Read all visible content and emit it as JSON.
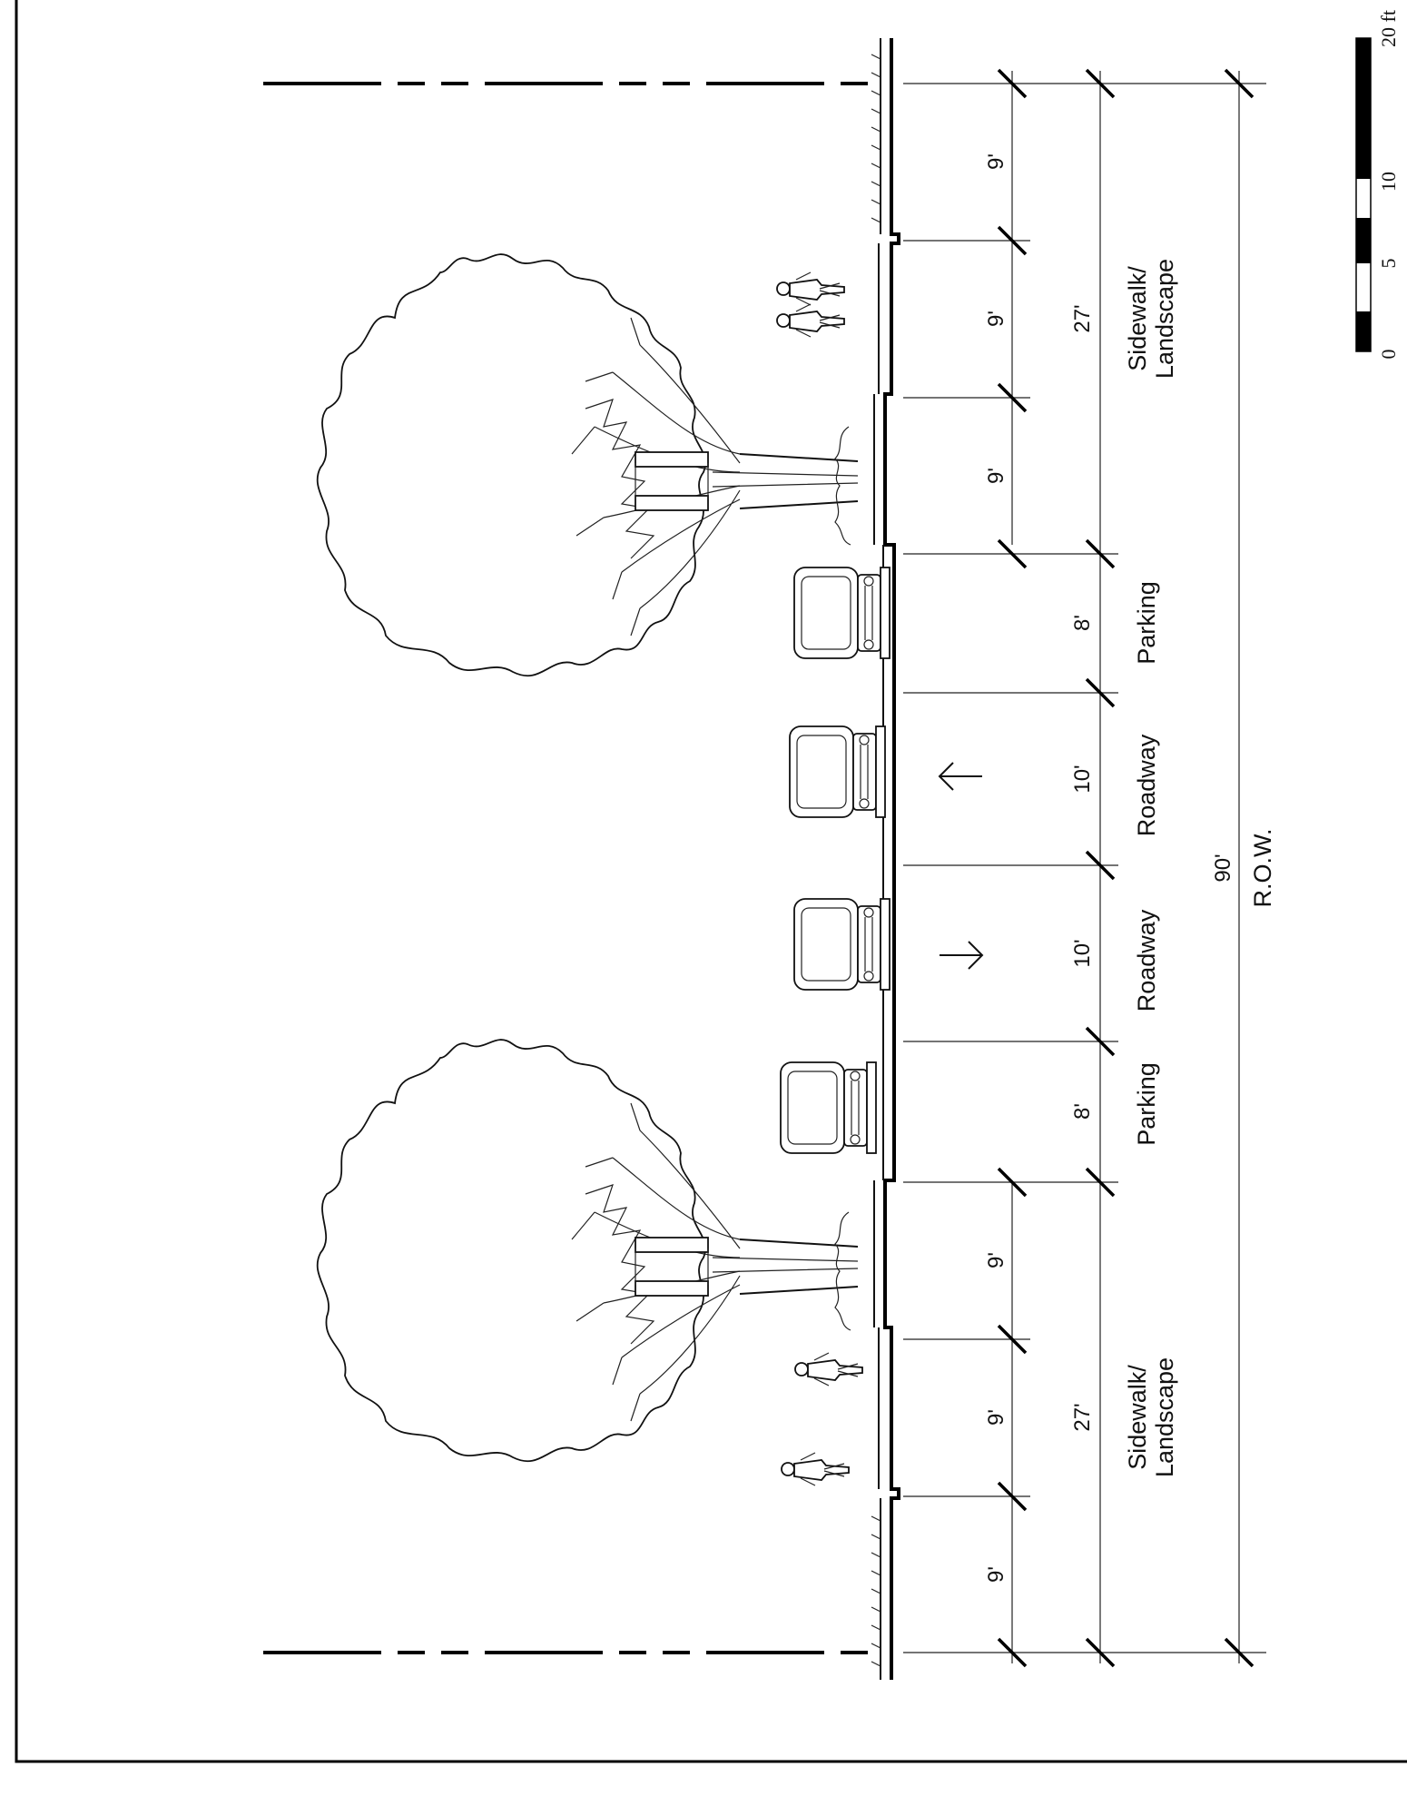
{
  "segments": {
    "left_outer": {
      "dim": "9'"
    },
    "left_mid": {
      "dim": "9'"
    },
    "left_inner": {
      "dim": "9'"
    },
    "parking_top": {
      "dim": "8'",
      "label": "Parking"
    },
    "roadway_top": {
      "dim": "10'",
      "label": "Roadway"
    },
    "roadway_bottom": {
      "dim": "10'",
      "label": "Roadway"
    },
    "parking_bottom": {
      "dim": "8'",
      "label": "Parking"
    },
    "right_inner": {
      "dim": "9'"
    },
    "right_mid": {
      "dim": "9'"
    },
    "right_outer": {
      "dim": "9'"
    }
  },
  "zones": {
    "sidewalk_top": {
      "dim": "27'",
      "label_line1": "Sidewalk/",
      "label_line2": "Landscape"
    },
    "sidewalk_bottom": {
      "dim": "27'",
      "label_line1": "Sidewalk/",
      "label_line2": "Landscape"
    }
  },
  "row": {
    "dim": "90'",
    "label": "R.O.W."
  },
  "scale_bar": {
    "ticks": [
      "0",
      "5",
      "10",
      "20 ft"
    ]
  }
}
